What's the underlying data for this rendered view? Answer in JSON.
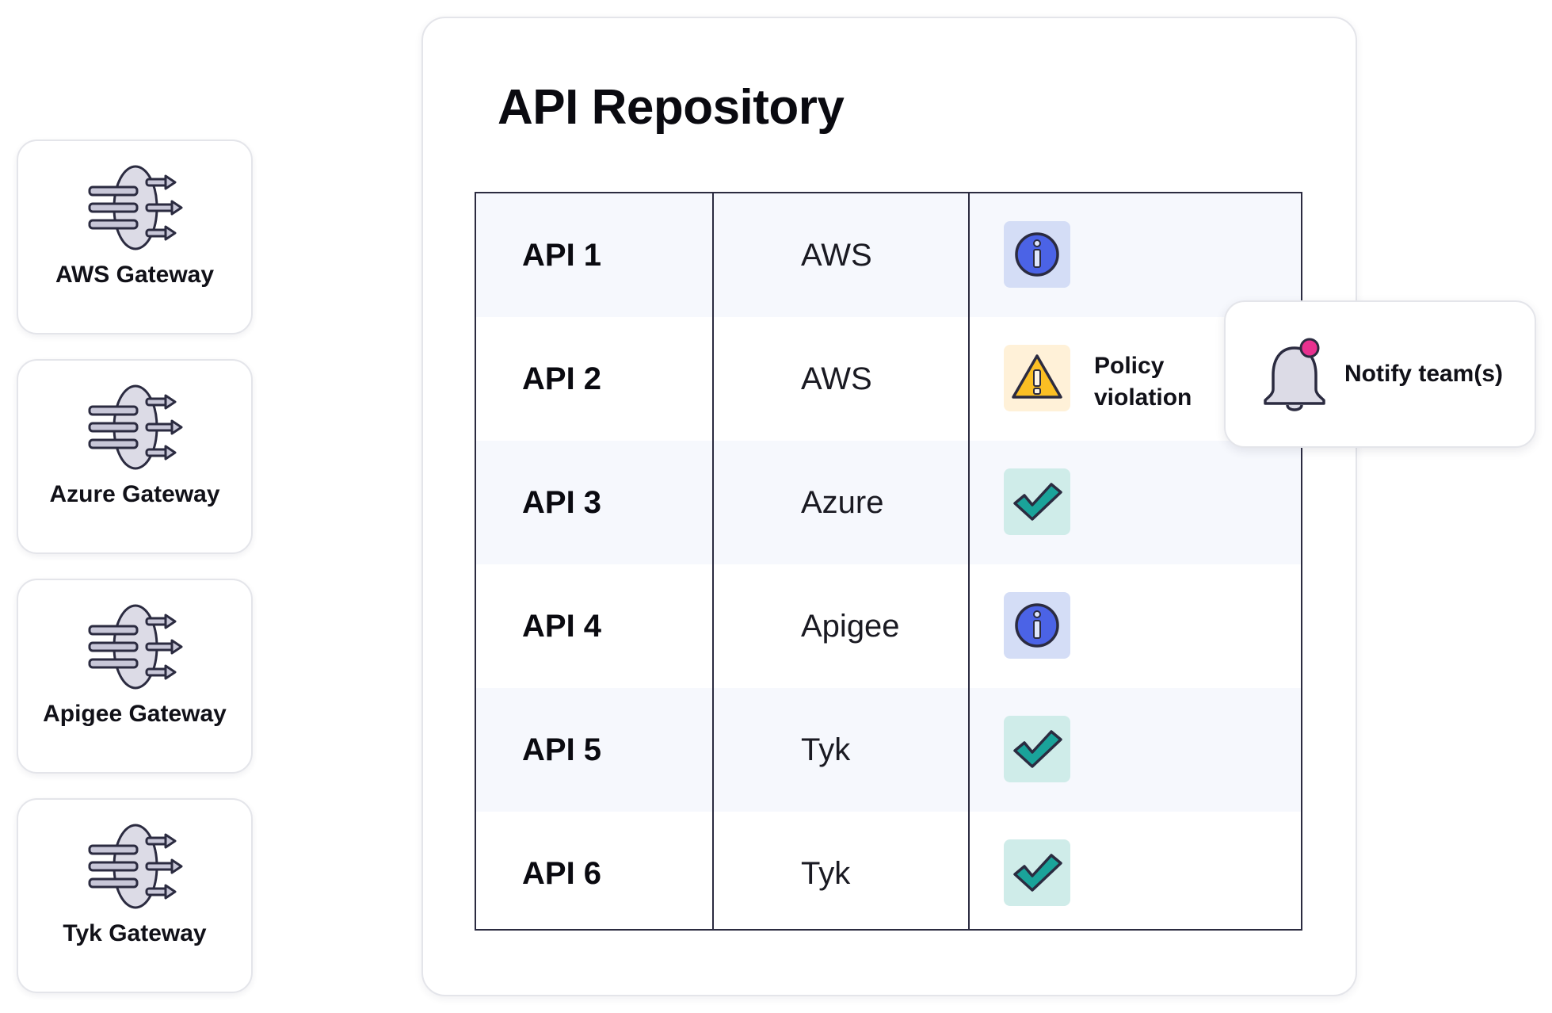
{
  "gateways": [
    {
      "label": "AWS Gateway",
      "icon": "gateway-icon"
    },
    {
      "label": "Azure Gateway",
      "icon": "gateway-icon"
    },
    {
      "label": "Apigee Gateway",
      "icon": "gateway-icon"
    },
    {
      "label": "Tyk Gateway",
      "icon": "gateway-icon"
    }
  ],
  "repository": {
    "title": "API Repository",
    "rows": [
      {
        "name": "API 1",
        "gateway": "AWS",
        "status": "info",
        "status_text": ""
      },
      {
        "name": "API 2",
        "gateway": "AWS",
        "status": "warning",
        "status_text": "Policy violation"
      },
      {
        "name": "API 3",
        "gateway": "Azure",
        "status": "ok",
        "status_text": ""
      },
      {
        "name": "API 4",
        "gateway": "Apigee",
        "status": "info",
        "status_text": ""
      },
      {
        "name": "API 5",
        "gateway": "Tyk",
        "status": "ok",
        "status_text": ""
      },
      {
        "name": "API 6",
        "gateway": "Tyk",
        "status": "ok",
        "status_text": ""
      }
    ]
  },
  "notify": {
    "label": "Notify team(s)",
    "icon": "bell-icon"
  },
  "colors": {
    "info_bg": "#d4ddf6",
    "info_fg": "#4b63e6",
    "warning_bg": "#fff1d8",
    "warning_fg": "#fbbf24",
    "ok_bg": "#cfece9",
    "ok_fg": "#1aa39a",
    "badge": "#e8318f",
    "outline": "#2b2b40",
    "icon_fill": "#dcdbe6"
  }
}
